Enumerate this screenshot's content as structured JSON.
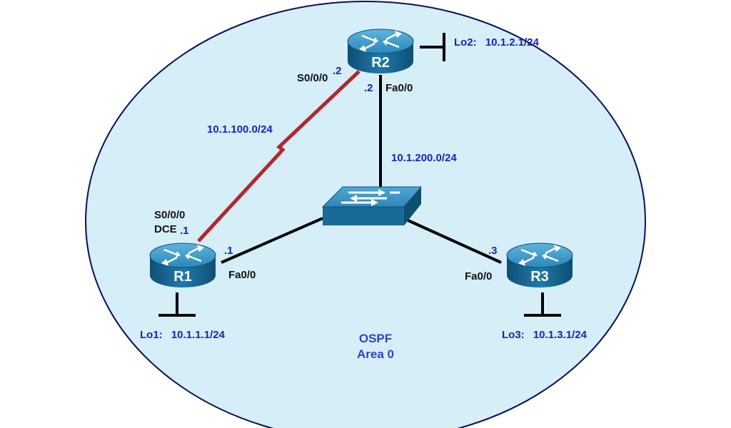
{
  "colors": {
    "ospf_area_fill": "#d6eef8",
    "ospf_area_stroke": "#0b0f5c",
    "serial_link": "#b3262d",
    "ethernet_link": "#000000",
    "label_blue": "#1a22b8",
    "label_black": "#111111",
    "router_body": "#1f79a8"
  },
  "area": {
    "line1": "OSPF",
    "line2": "Area 0"
  },
  "routers": {
    "r1": {
      "name": "R1",
      "icon": "router-icon"
    },
    "r2": {
      "name": "R2",
      "icon": "router-icon"
    },
    "r3": {
      "name": "R3",
      "icon": "router-icon"
    }
  },
  "switch": {
    "icon": "switch-icon"
  },
  "networks": {
    "serial": "10.1.100.0/24",
    "lan": "10.1.200.0/24"
  },
  "interfaces": {
    "r1_s000": "S0/0/0",
    "r1_dce": "DCE",
    "r1_s000_host": ".1",
    "r1_fa00": "Fa0/0",
    "r1_fa00_host": ".1",
    "r2_s000": "S0/0/0",
    "r2_s000_host": ".2",
    "r2_fa00": "Fa0/0",
    "r2_fa00_host": ".2",
    "r3_fa00": "Fa0/0",
    "r3_fa00_host": ".3"
  },
  "loopbacks": {
    "lo1": {
      "name": "Lo1:",
      "addr": "10.1.1.1/24"
    },
    "lo2": {
      "name": "Lo2:",
      "addr": "10.1.2.1/24"
    },
    "lo3": {
      "name": "Lo3:",
      "addr": "10.1.3.1/24"
    }
  }
}
